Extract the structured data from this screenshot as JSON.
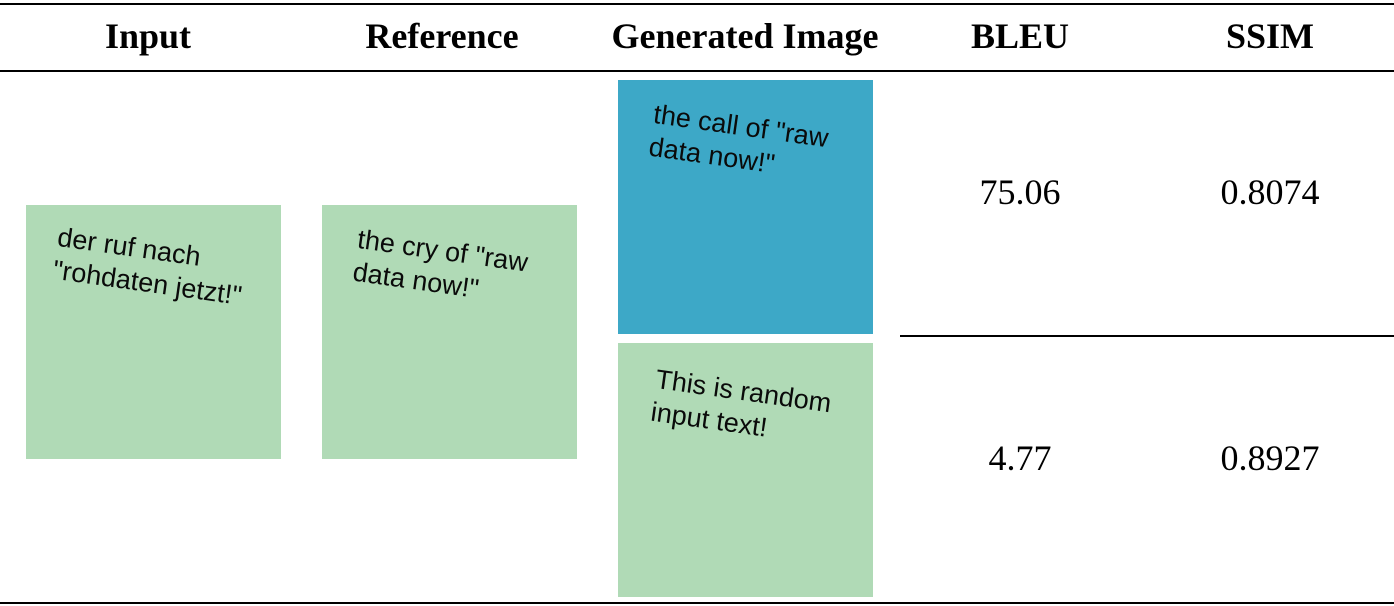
{
  "headers": {
    "input": "Input",
    "reference": "Reference",
    "generated": "Generated Image",
    "bleu": "BLEU",
    "ssim": "SSIM"
  },
  "colors": {
    "green_tile": "#b0dab6",
    "blue_tile": "#3da8c7"
  },
  "input_tile": {
    "text": "der ruf nach\n\"rohdaten jetzt!\""
  },
  "reference_tile": {
    "text": "the cry of \"raw\ndata now!\""
  },
  "rows": [
    {
      "generated_text": "the call of \"raw\ndata now!\"",
      "generated_color": "blue",
      "bleu": "75.06",
      "ssim": "0.8074"
    },
    {
      "generated_text": "This is random\ninput text!",
      "generated_color": "green",
      "bleu": "4.77",
      "ssim": "0.8927"
    }
  ]
}
